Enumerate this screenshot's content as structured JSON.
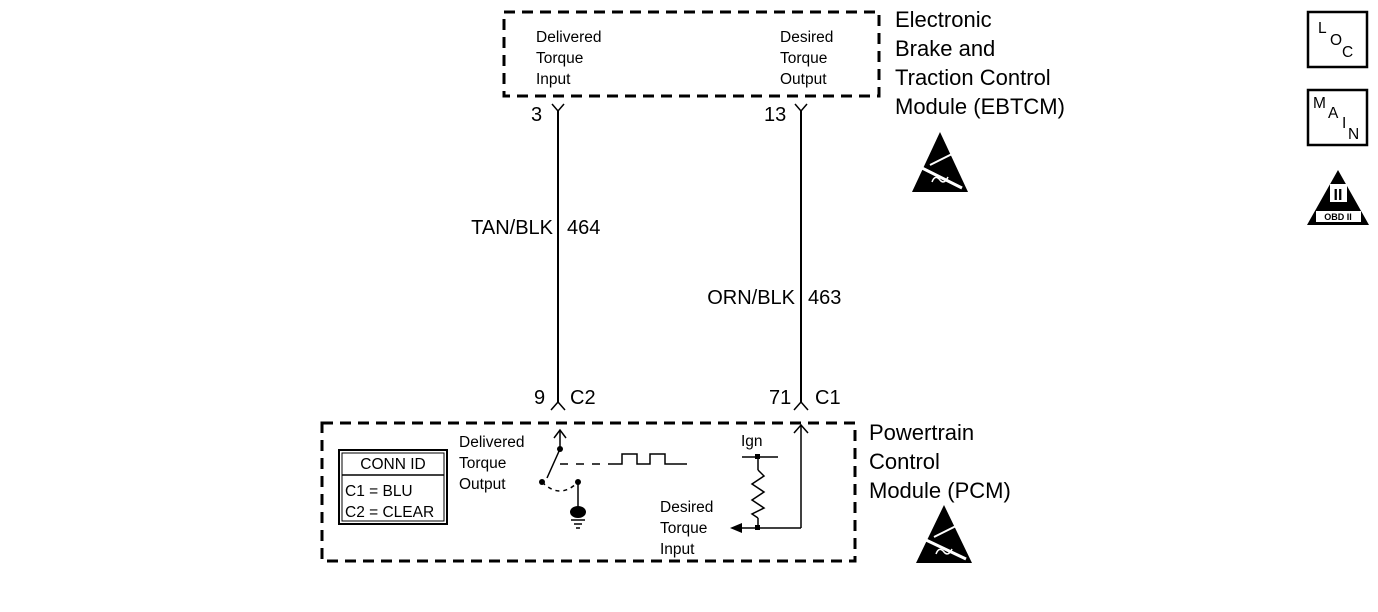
{
  "ebtcm": {
    "title_lines": [
      "Electronic",
      "Brake and",
      "Traction Control",
      "Module (EBTCM)"
    ],
    "delivered_label": [
      "Delivered",
      "Torque",
      "Input"
    ],
    "desired_label": [
      "Desired",
      "Torque",
      "Output"
    ],
    "pin_left": "3",
    "pin_right": "13"
  },
  "wires": {
    "left_color": "TAN/BLK",
    "left_circuit": "464",
    "right_color": "ORN/BLK",
    "right_circuit": "463"
  },
  "pcm_connectors": {
    "left_pin": "9",
    "left_conn": "C2",
    "right_pin": "71",
    "right_conn": "C1"
  },
  "pcm": {
    "title_lines": [
      "Powertrain",
      "Control",
      "Module (PCM)"
    ],
    "delivered_label": [
      "Delivered",
      "Torque",
      "Output"
    ],
    "desired_label": [
      "Desired",
      "Torque",
      "Input"
    ],
    "ign_label": "Ign"
  },
  "conn_id": {
    "header": "CONN ID",
    "line1": "C1 = BLU",
    "line2": "C2 = CLEAR"
  },
  "side_icons": {
    "loc": [
      "L",
      "O",
      "C"
    ],
    "main": [
      "M",
      "A",
      "I",
      "N"
    ],
    "obd_numeral": "II",
    "obd_text": "OBD II"
  }
}
